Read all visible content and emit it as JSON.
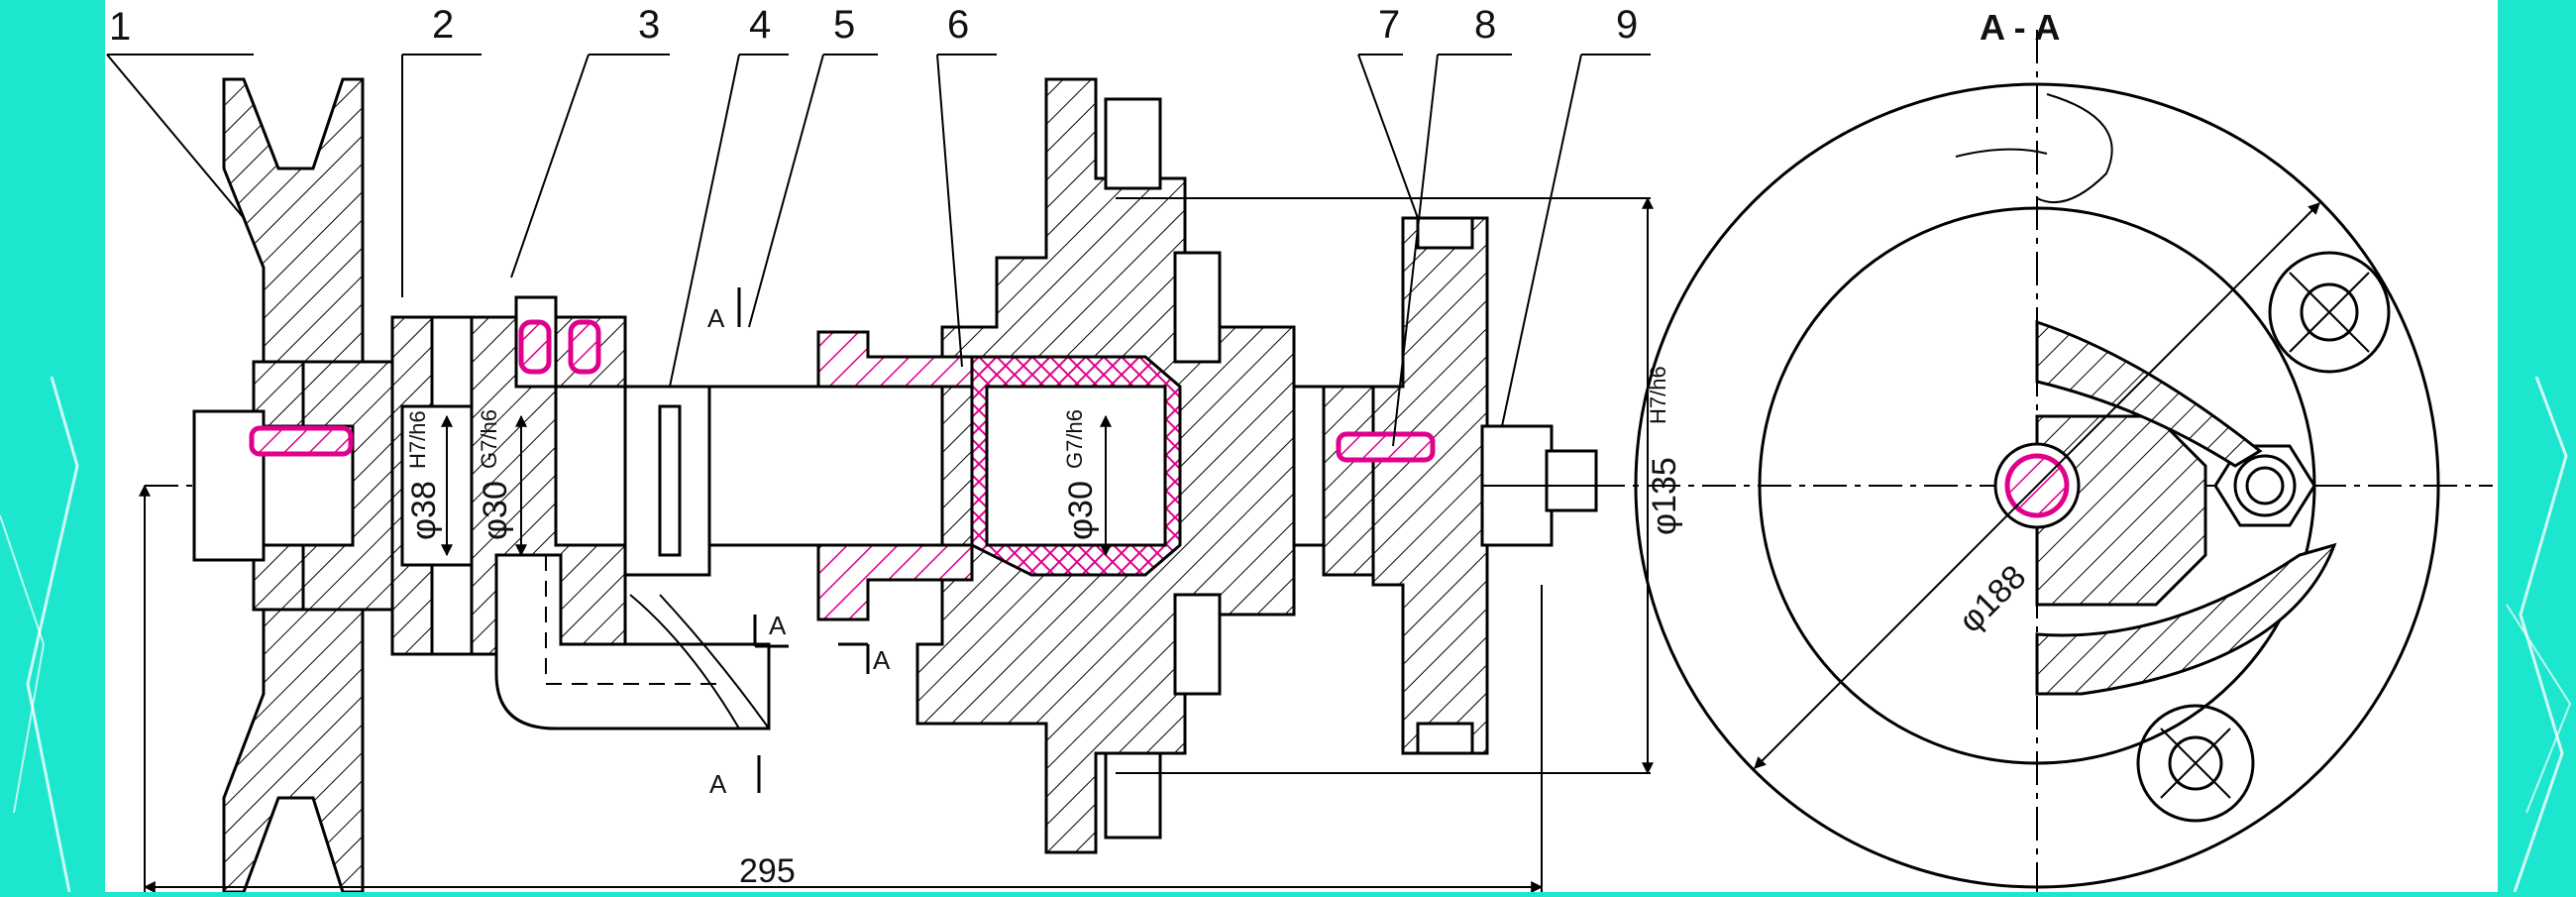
{
  "drawing": {
    "part_numbers": [
      "1",
      "2",
      "3",
      "4",
      "5",
      "6",
      "7",
      "8",
      "9"
    ],
    "section_title": "A - A",
    "section_marks": [
      "A",
      "A",
      "A",
      "A"
    ],
    "dimensions": {
      "overall_length": "295",
      "large_diameter": "φ188",
      "flange_fit": "φ135",
      "flange_fit_tol": "H7/h6",
      "shaft_fit_38": "φ38",
      "shaft_fit_38_tol": "H7/h6",
      "shaft_fit_30_left": "φ30",
      "shaft_fit_30_left_tol": "G7/h6",
      "shaft_fit_30_right": "φ30",
      "shaft_fit_30_right_tol": "G7/h6"
    }
  },
  "colors": {
    "background": "#1de6cf",
    "sheet": "#ffffff",
    "highlight": "#e0008c"
  }
}
